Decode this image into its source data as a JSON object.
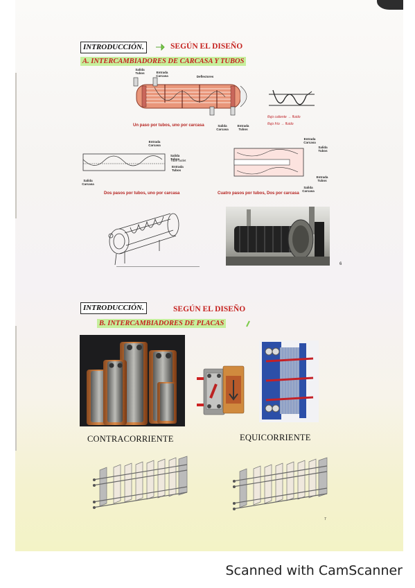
{
  "slide1": {
    "intro": "INTRODUCCIÓN.",
    "heading": "SEGÚN EL DISEÑO",
    "title": "A. INTERCAMBIADORES DE CARCASA Y TUBOS",
    "labels": {
      "tube_outlet": "Salida Tubos",
      "shell_inlet": "Entrada Carcasa",
      "baffles": "Deflectores",
      "shell_outlet": "Salida Carcasa",
      "tube_inlet": "Entrada Tubos",
      "shell_inlet2": "Entrada Carcasa",
      "tube_outlet2": "Salida Tubos",
      "tube_outlet_en": "Tube outlet",
      "tube_inlet2": "Entrada Tubos",
      "shell_outlet2": "Salida Carcasa",
      "shell_inlet3": "Entrada Carcasa",
      "tube_outlet3": "Salida Tubos",
      "tube_inlet3": "Entrada Tubos",
      "shell_outlet3": "Salida Carcasa"
    },
    "captions": {
      "one_pass": "Un paso por tubos, uno por carcasa",
      "two_pass": "Dos pasos por tubos, uno por carcasa",
      "four_pass": "Cuatro pasos por tubos, Dos por carcasa"
    },
    "handwritten": {
      "line1": "flujo caliente → fluido",
      "line2": "flujo frío → fluido"
    },
    "page": "6"
  },
  "slide2": {
    "intro": "INTRODUCCIÓN.",
    "heading": "SEGÚN EL DISEÑO",
    "title": "B. INTERCAMBIADORES DE PLACAS",
    "counterflow": "CONTRACORRIENTE",
    "parallelflow": "EQUICORRIENTE",
    "page": "7"
  },
  "footer": "Scanned with CamScanner",
  "colors": {
    "heading_red": "#c5221f",
    "title_highlight": "#c6ef9c",
    "shell_fill": "#e9967a"
  }
}
